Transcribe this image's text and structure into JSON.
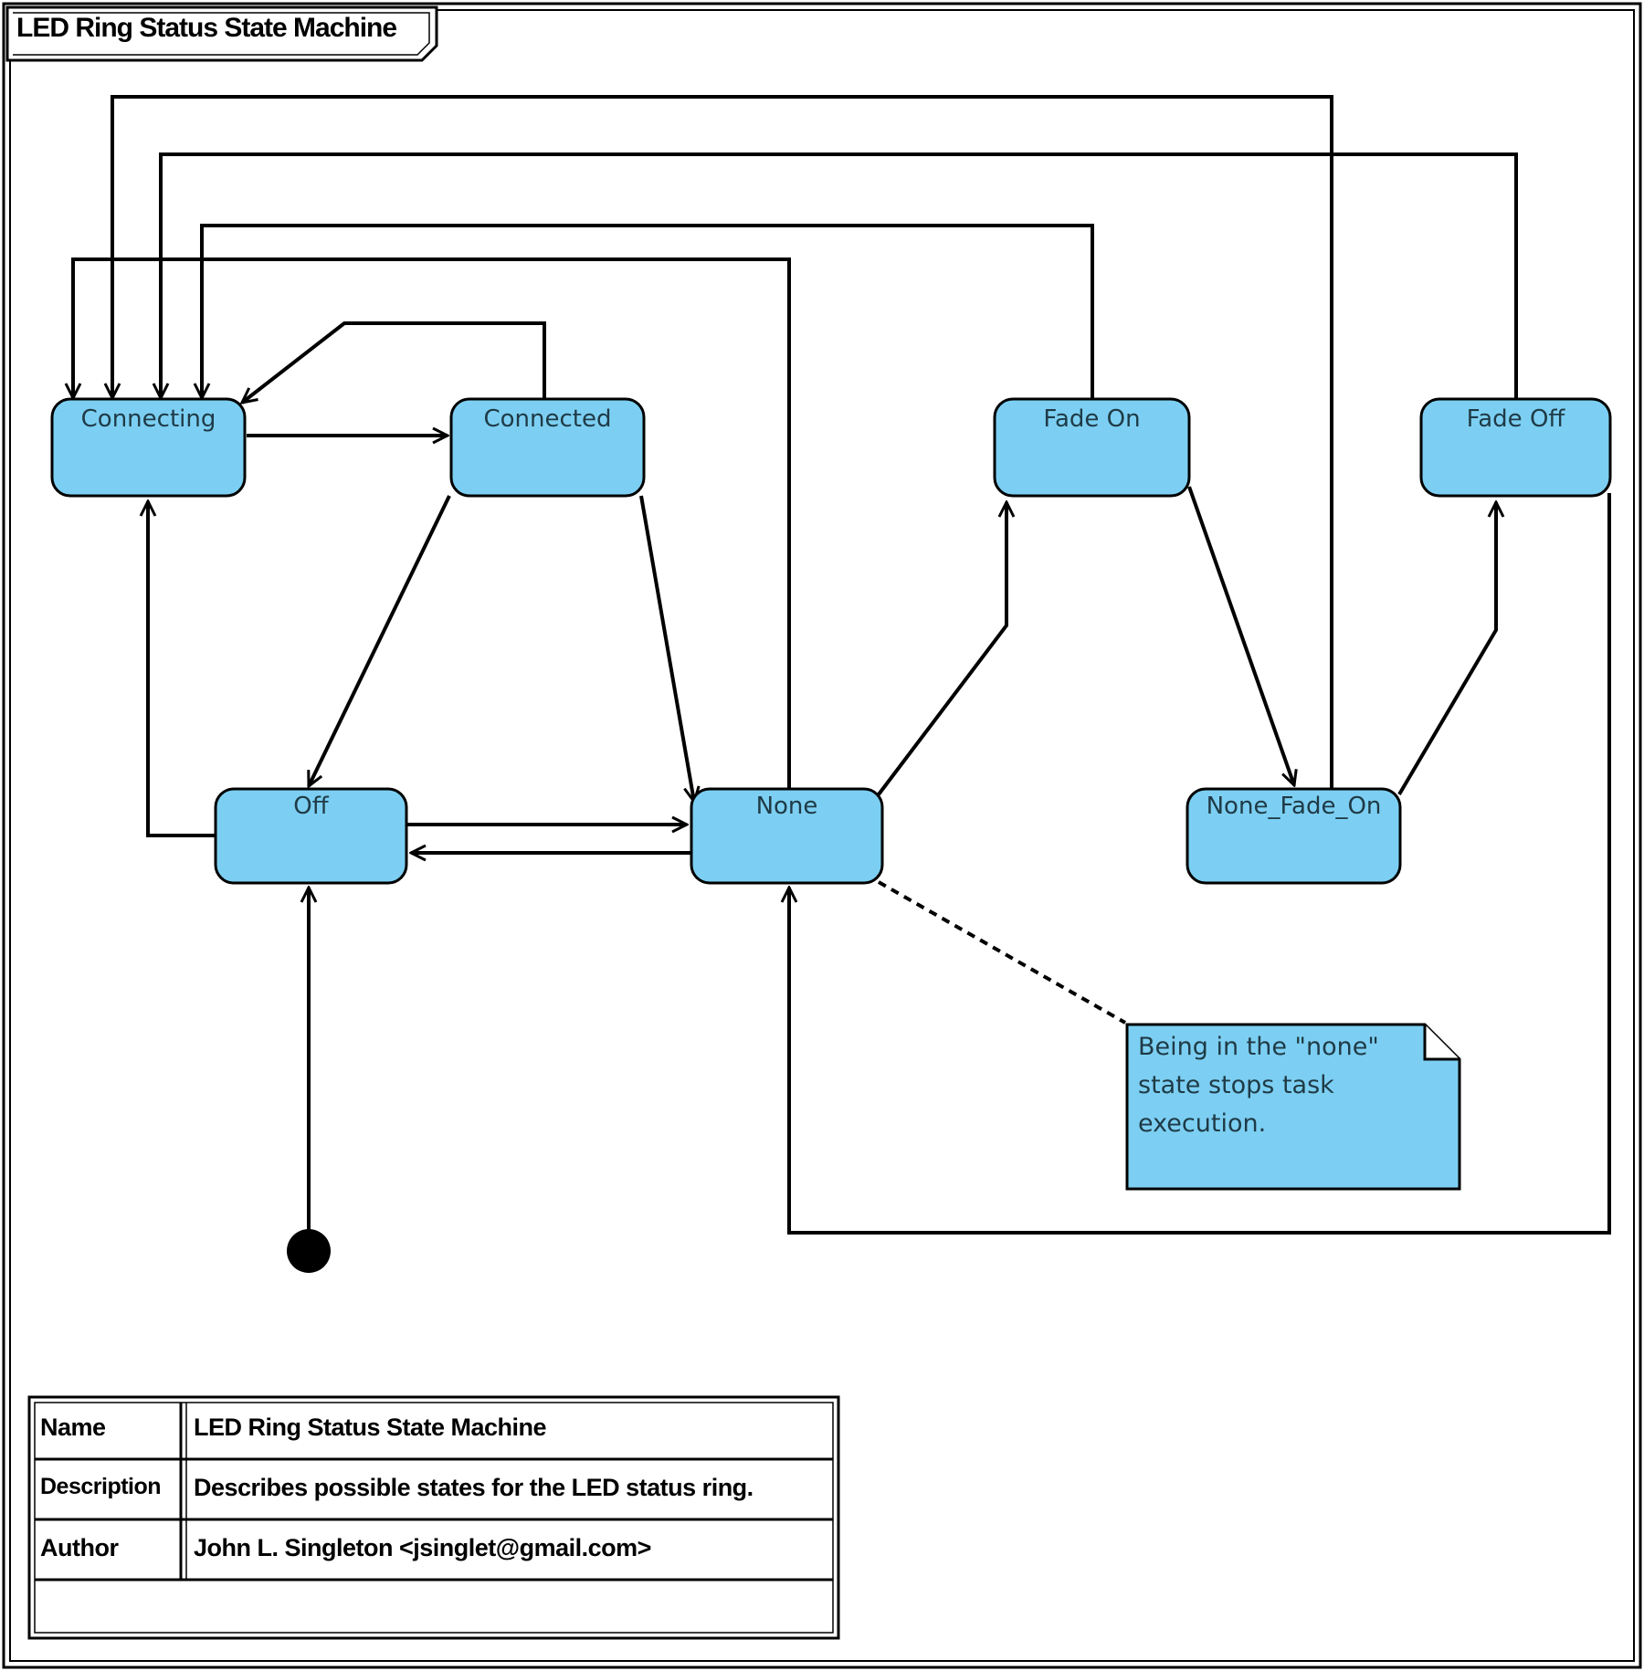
{
  "frame": {
    "title": "LED Ring Status State Machine"
  },
  "states": [
    {
      "id": "connecting",
      "label": "Connecting"
    },
    {
      "id": "connected",
      "label": "Connected"
    },
    {
      "id": "fade-on",
      "label": "Fade On"
    },
    {
      "id": "fade-off",
      "label": "Fade Off"
    },
    {
      "id": "off",
      "label": "Off"
    },
    {
      "id": "none",
      "label": "None"
    },
    {
      "id": "none-fade-on",
      "label": "None_Fade_On"
    }
  ],
  "note": {
    "text": "Being in the \"none\"\nstate stops task\nexecution."
  },
  "info_table": {
    "rows": [
      {
        "key": "Name",
        "value": "LED Ring Status State Machine"
      },
      {
        "key": "Description",
        "value": "Describes possible states for the LED status ring."
      },
      {
        "key": "Author",
        "value": "John L. Singleton <jsinglet@gmail.com>"
      },
      {
        "key": "",
        "value": ""
      }
    ]
  },
  "colors": {
    "state_fill": "#7ccff2",
    "note_fill": "#7ccff2",
    "line": "#000000",
    "text": "#1f3a46"
  }
}
